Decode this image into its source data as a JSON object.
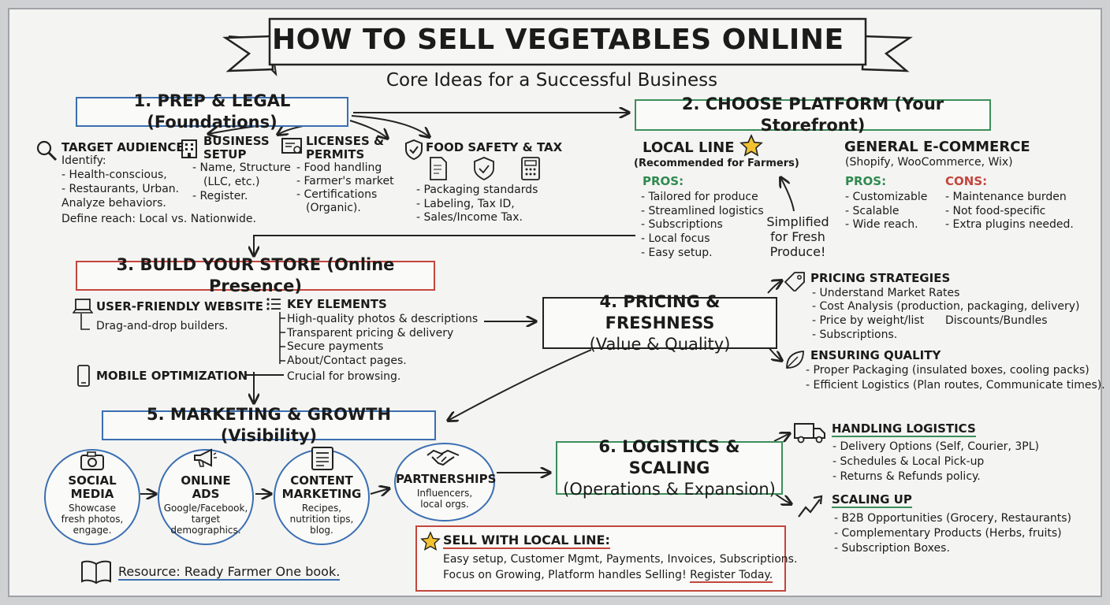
{
  "title": "HOW TO SELL VEGETABLES ONLINE",
  "subtitle": "Core Ideas for a Successful Business",
  "colors": {
    "blue": "#3b6fb2",
    "green": "#3d8e5b",
    "red": "#c2463d",
    "star": "#f2c230",
    "ink": "#1b1b1b"
  },
  "section1": {
    "heading": "1. PREP & LEGAL (Foundations)",
    "audience": {
      "icon": "magnifier-icon",
      "title": "TARGET AUDIENCE",
      "lines": [
        "Identify:",
        "- Health-conscious,",
        "- Restaurants, Urban.",
        "Analyze behaviors.",
        "Define reach: Local vs. Nationwide."
      ]
    },
    "setup": {
      "icon": "building-icon",
      "title": [
        "BUSINESS",
        "SETUP"
      ],
      "lines": [
        "- Name, Structure",
        "(LLC, etc.)",
        "- Register."
      ]
    },
    "licenses": {
      "icon": "certificate-icon",
      "title": [
        "LICENSES &",
        "PERMITS"
      ],
      "lines": [
        "- Food handling",
        "- Farmer's market",
        "- Certifications",
        "(Organic)."
      ]
    },
    "food": {
      "icon": "shield-check-icon",
      "title": "FOOD SAFETY & TAX",
      "lines": [
        "- Packaging standards",
        "- Labeling, Tax ID,",
        "- Sales/Income Tax."
      ]
    }
  },
  "section2": {
    "heading": "2. CHOOSE PLATFORM (Your Storefront)",
    "local_line": {
      "title": "LOCAL LINE",
      "note": "(Recommended for Farmers)",
      "pros_label": "PROS:",
      "pros": [
        "- Tailored for produce",
        "- Streamlined logistics",
        "- Subscriptions",
        "- Local focus",
        "- Easy setup."
      ],
      "callout": [
        "Simplified",
        "for Fresh",
        "Produce!"
      ]
    },
    "general": {
      "title": "GENERAL E-COMMERCE",
      "note": "(Shopify, WooCommerce, Wix)",
      "pros_label": "PROS:",
      "pros": [
        "- Customizable",
        "- Scalable",
        "- Wide reach."
      ],
      "cons_label": "CONS:",
      "cons": [
        "- Maintenance burden",
        "- Not food-specific",
        "- Extra plugins needed."
      ]
    }
  },
  "section3": {
    "heading": "3. BUILD YOUR STORE (Online Presence)",
    "website": {
      "icon": "laptop-icon",
      "title": "USER-FRIENDLY WEBSITE",
      "detail": "Drag-and-drop builders."
    },
    "mobile": {
      "icon": "phone-icon",
      "title": "MOBILE OPTIMIZATION",
      "detail": "Crucial for browsing."
    },
    "elements": {
      "icon": "list-icon",
      "title": "KEY ELEMENTS",
      "lines": [
        "High-quality photos & descriptions",
        "Transparent pricing & delivery",
        "Secure payments",
        "About/Contact pages."
      ]
    }
  },
  "section4": {
    "heading": [
      "4. PRICING & FRESHNESS",
      "(Value & Quality)"
    ],
    "pricing": {
      "icon": "price-tag-icon",
      "title": "PRICING STRATEGIES",
      "lines": [
        "- Understand Market Rates",
        "- Cost Analysis (production, packaging, delivery)",
        "- Price by weight/list",
        "Discounts/Bundles",
        "- Subscriptions."
      ]
    },
    "quality": {
      "icon": "leaf-icon",
      "title": "ENSURING QUALITY",
      "lines": [
        "- Proper Packaging (insulated boxes, cooling packs)",
        "- Efficient Logistics (Plan routes, Communicate times)."
      ]
    }
  },
  "section5": {
    "heading": "5. MARKETING & GROWTH (Visibility)",
    "channels": [
      {
        "icon": "camera-icon",
        "title": [
          "SOCIAL",
          "MEDIA"
        ],
        "detail": "Showcase\nfresh photos,\nengage."
      },
      {
        "icon": "megaphone-icon",
        "title": [
          "ONLINE",
          "ADS"
        ],
        "detail": "Google/Facebook,\ntarget\ndemographics."
      },
      {
        "icon": "document-icon",
        "title": [
          "CONTENT",
          "MARKETING"
        ],
        "detail": "Recipes,\nnutrition tips,\nblog."
      },
      {
        "icon": "handshake-icon",
        "title": [
          "PARTNERSHIPS"
        ],
        "detail": "Influencers,\nlocal orgs."
      }
    ],
    "resource": {
      "icon": "book-icon",
      "text": "Resource: Ready Farmer One book."
    }
  },
  "section6": {
    "heading": [
      "6. LOGISTICS & SCALING",
      "(Operations & Expansion)"
    ],
    "logistics": {
      "icon": "truck-icon",
      "title": "HANDLING LOGISTICS",
      "lines": [
        "- Delivery Options (Self, Courier, 3PL)",
        "- Schedules & Local Pick-up",
        "- Returns & Refunds policy."
      ]
    },
    "scaling": {
      "icon": "growth-arrow-icon",
      "title": "SCALING UP",
      "lines": [
        "- B2B Opportunities (Grocery, Restaurants)",
        "- Complementary Products (Herbs, fruits)",
        "- Subscription Boxes."
      ]
    }
  },
  "cta": {
    "icon": "star-icon",
    "title": "SELL WITH LOCAL LINE:",
    "line1": "Easy setup, Customer Mgmt, Payments, Invoices, Subscriptions.",
    "line2": "Focus on Growing, Platform handles Selling!",
    "link": "Register Today."
  }
}
